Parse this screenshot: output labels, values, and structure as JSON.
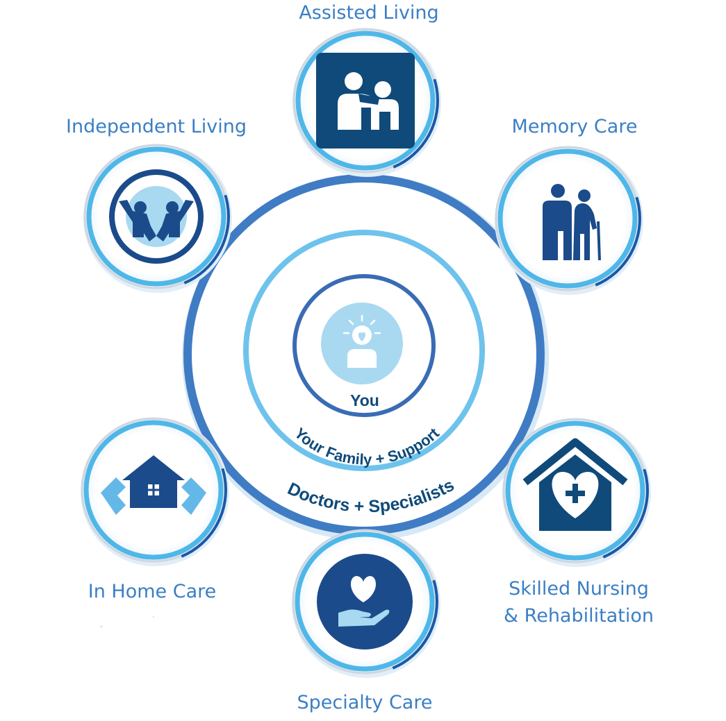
{
  "colors": {
    "label_blue": "#3b7fc4",
    "dark_navy": "#0f4a7a",
    "mid_navy": "#1b4b8a",
    "light_blue": "#a9d9f1",
    "ring_light": "#6ec3ec",
    "ring_outer": "#3f7cc4",
    "ring_inner": "#3a6cb5"
  },
  "center": {
    "you_label": "You",
    "you_icon": "person-heart-icon",
    "family_ring_label": "Your Family + Support",
    "doctors_ring_label": "Doctors + Specialists"
  },
  "services": [
    {
      "id": "assisted-living",
      "label_lines": [
        "Assisted Living"
      ],
      "icon": "assisted-people-icon"
    },
    {
      "id": "memory-care",
      "label_lines": [
        "Memory Care"
      ],
      "icon": "elderly-couple-icon"
    },
    {
      "id": "skilled-nursing",
      "label_lines": [
        "Skilled Nursing",
        "& Rehabilitation"
      ],
      "icon": "medical-house-icon"
    },
    {
      "id": "specialty-care",
      "label_lines": [
        "Specialty Care"
      ],
      "icon": "heart-hand-icon"
    },
    {
      "id": "in-home-care",
      "label_lines": [
        "In Home Care"
      ],
      "icon": "home-care-icon"
    },
    {
      "id": "independent-living",
      "label_lines": [
        "Independent Living"
      ],
      "icon": "cheering-people-icon"
    }
  ]
}
